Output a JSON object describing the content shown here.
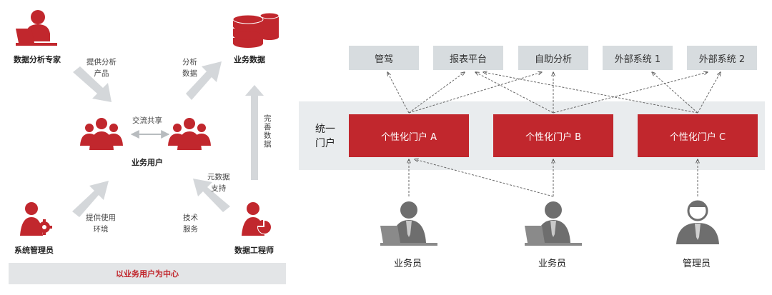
{
  "left_diagram": {
    "expert": "数据分析专家",
    "business_data": "业务数据",
    "business_user": "业务用户",
    "sysadmin": "系统管理员",
    "data_engineer": "数据工程师",
    "provide_analysis": [
      "提供分析",
      "产品"
    ],
    "analyze_data": [
      "分析",
      "数据"
    ],
    "exchange_share": "交流共享",
    "complete_data": "完善数据",
    "provide_env": [
      "提供使用",
      "环境"
    ],
    "tech_service": [
      "技术",
      "服务"
    ],
    "metadata_support": [
      "元数据",
      "支持"
    ],
    "footer": "以业务用户为中心"
  },
  "right_diagram": {
    "systems": [
      "管驾",
      "报表平台",
      "自助分析",
      "外部系统 1",
      "外部系统 2"
    ],
    "unified_portal": [
      "统一",
      "门户"
    ],
    "portals": [
      "个性化门户 A",
      "个性化门户 B",
      "个性化门户 C"
    ],
    "persons": [
      "业务员",
      "业务员",
      "管理员"
    ]
  },
  "colors": {
    "brand_red": "#c1272d",
    "arrow_gray": "#d4d7da",
    "box_gray": "#d7dcdf",
    "band_gray": "#e9ecee"
  }
}
